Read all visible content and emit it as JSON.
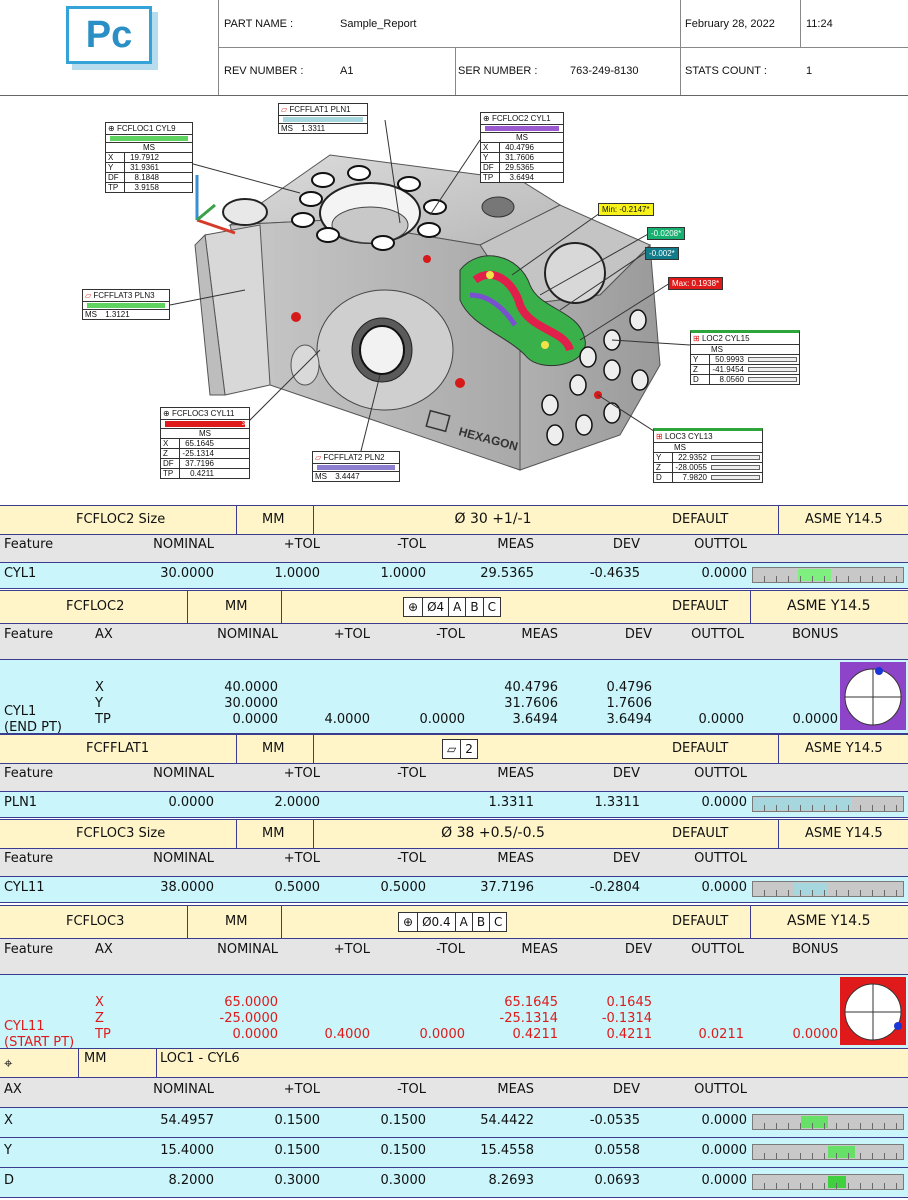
{
  "header": {
    "logo_text": "Pc",
    "part_name_label": "PART NAME :",
    "part_name_value": "Sample_Report",
    "rev_label": "REV NUMBER :",
    "rev_value": "A1",
    "ser_label": "SER NUMBER :",
    "ser_value": "763-249-8130",
    "date": "February 28, 2022",
    "time": "11:24",
    "stats_label": "STATS COUNT :",
    "stats_value": "1"
  },
  "drawing": {
    "watermark": "HEXAGON",
    "callouts": {
      "fcfloc1": {
        "title": "FCFLOC1 CYL9",
        "hdr": "MS",
        "rows": [
          [
            "X",
            "19.7912"
          ],
          [
            "Y",
            "31.9361"
          ],
          [
            "DF",
            "8.1848"
          ],
          [
            "TP",
            "3.9158"
          ]
        ]
      },
      "fcfflat1": {
        "title": "FCFFLAT1 PLN1",
        "rows": [
          [
            "MS",
            "1.3311"
          ]
        ]
      },
      "fcfloc2": {
        "title": "FCFLOC2 CYL1",
        "hdr": "MS",
        "rows": [
          [
            "X",
            "40.4796"
          ],
          [
            "Y",
            "31.7606"
          ],
          [
            "DF",
            "29.5365"
          ],
          [
            "TP",
            "3.6494"
          ]
        ]
      },
      "fcfflat3": {
        "title": "FCFFLAT3 PLN3",
        "rows": [
          [
            "MS",
            "1.3121"
          ]
        ]
      },
      "fcfloc3": {
        "title": "FCFLOC3 CYL11",
        "flag": "3",
        "hdr": "MS",
        "rows": [
          [
            "X",
            "65.1645"
          ],
          [
            "Z",
            "-25.1314"
          ],
          [
            "DF",
            "37.7196"
          ],
          [
            "TP",
            "0.4211"
          ]
        ]
      },
      "fcfflat2": {
        "title": "FCFFLAT2 PLN2",
        "rows": [
          [
            "MS",
            "3.4447"
          ]
        ]
      },
      "loc2": {
        "title": "LOC2 CYL15",
        "hdr": "MS",
        "rows": [
          [
            "Y",
            "50.9993"
          ],
          [
            "Z",
            "-41.9454"
          ],
          [
            "D",
            "8.0560"
          ]
        ]
      },
      "loc3": {
        "title": "LOC3 CYL13",
        "hdr": "MS",
        "rows": [
          [
            "Y",
            "22.9352"
          ],
          [
            "Z",
            "-28.0055"
          ],
          [
            "D",
            "7.9820"
          ]
        ]
      }
    },
    "labels": {
      "min": "Min: -0.2147*",
      "v1": "-0.0208*",
      "v2": "-0.002*",
      "max": "Max: 0.1938*"
    }
  },
  "sections": {
    "s1": {
      "title": "FCFLOC2 Size",
      "units": "MM",
      "tolerance": "Ø 30 +1/-1",
      "mode": "DEFAULT",
      "standard": "ASME Y14.5",
      "headers": [
        "Feature",
        "NOMINAL",
        "+TOL",
        "-TOL",
        "MEAS",
        "DEV",
        "OUTTOL"
      ],
      "row": [
        "CYL1",
        "30.0000",
        "1.0000",
        "1.0000",
        "29.5365",
        "-0.4635",
        "0.0000"
      ]
    },
    "s2": {
      "title": "FCFLOC2",
      "units": "MM",
      "fcf": [
        "⊕",
        "Ø4",
        "A",
        "B",
        "C"
      ],
      "mode": "DEFAULT",
      "standard": "ASME Y14.5",
      "headers": [
        "Feature",
        "AX",
        "NOMINAL",
        "+TOL",
        "-TOL",
        "MEAS",
        "DEV",
        "OUTTOL",
        "BONUS"
      ],
      "feature": [
        "CYL1",
        "(END PT)"
      ],
      "ax": [
        "X",
        "Y",
        "TP"
      ],
      "nominal": [
        "40.0000",
        "30.0000",
        "0.0000"
      ],
      "ptol": "4.0000",
      "mtol": "0.0000",
      "meas": [
        "40.4796",
        "31.7606",
        "3.6494"
      ],
      "dev": [
        "0.4796",
        "1.7606",
        "3.6494"
      ],
      "outtol": "0.0000",
      "bonus": "0.0000"
    },
    "s3": {
      "title": "FCFFLAT1",
      "units": "MM",
      "fcf": [
        "▱",
        "2"
      ],
      "mode": "DEFAULT",
      "standard": "ASME Y14.5",
      "headers": [
        "Feature",
        "NOMINAL",
        "+TOL",
        "-TOL",
        "MEAS",
        "DEV",
        "OUTTOL"
      ],
      "row": [
        "PLN1",
        "0.0000",
        "2.0000",
        "",
        "1.3311",
        "1.3311",
        "0.0000"
      ]
    },
    "s4": {
      "title": "FCFLOC3 Size",
      "units": "MM",
      "tolerance": "Ø 38 +0.5/-0.5",
      "mode": "DEFAULT",
      "standard": "ASME Y14.5",
      "headers": [
        "Feature",
        "NOMINAL",
        "+TOL",
        "-TOL",
        "MEAS",
        "DEV",
        "OUTTOL"
      ],
      "row": [
        "CYL11",
        "38.0000",
        "0.5000",
        "0.5000",
        "37.7196",
        "-0.2804",
        "0.0000"
      ]
    },
    "s5": {
      "title": "FCFLOC3",
      "units": "MM",
      "fcf": [
        "⊕",
        "Ø0.4",
        "A",
        "B",
        "C"
      ],
      "mode": "DEFAULT",
      "standard": "ASME Y14.5",
      "headers": [
        "Feature",
        "AX",
        "NOMINAL",
        "+TOL",
        "-TOL",
        "MEAS",
        "DEV",
        "OUTTOL",
        "BONUS"
      ],
      "feature": [
        "CYL11",
        "(START PT)"
      ],
      "ax": [
        "X",
        "Z",
        "TP"
      ],
      "nominal": [
        "65.0000",
        "-25.0000",
        "0.0000"
      ],
      "ptol": "0.4000",
      "mtol": "0.0000",
      "meas": [
        "65.1645",
        "-25.1314",
        "0.4211"
      ],
      "dev": [
        "0.1645",
        "-0.1314",
        "0.4211"
      ],
      "outtol": "0.0211",
      "bonus": "0.0000"
    },
    "s6": {
      "symbol": "⌖",
      "units": "MM",
      "title": "LOC1 - CYL6",
      "headers": [
        "AX",
        "NOMINAL",
        "+TOL",
        "-TOL",
        "MEAS",
        "DEV",
        "OUTTOL"
      ],
      "rows": [
        [
          "X",
          "54.4957",
          "0.1500",
          "0.1500",
          "54.4422",
          "-0.0535",
          "0.0000"
        ],
        [
          "Y",
          "15.4000",
          "0.1500",
          "0.1500",
          "15.4558",
          "0.0558",
          "0.0000"
        ],
        [
          "D",
          "8.2000",
          "0.3000",
          "0.3000",
          "8.2693",
          "0.0693",
          "0.0000"
        ]
      ]
    }
  },
  "gauges": {
    "s1": {
      "start": 0.3,
      "end": 0.52,
      "color": "#7ff07f"
    },
    "s3": {
      "start": 0.0,
      "end": 0.66,
      "color": "#a6d6de"
    },
    "s4": {
      "start": 0.27,
      "end": 0.5,
      "color": "#a6d6de"
    },
    "s6x": {
      "start": 0.32,
      "end": 0.5,
      "color": "#66e066"
    },
    "s6y": {
      "start": 0.5,
      "end": 0.68,
      "color": "#66e066"
    },
    "s6d": {
      "start": 0.5,
      "end": 0.62,
      "color": "#3fcf3f"
    }
  },
  "colors": {
    "accent_blue": "#34a3d8",
    "title_bg": "#fff5c8",
    "data_bg": "#c9f5fb",
    "header_bg": "#e5e5e5",
    "out_of_tol": "#e01a1a",
    "bonus_ok_bg": "#8e44c8",
    "bonus_bad_bg": "#e01a1a"
  }
}
